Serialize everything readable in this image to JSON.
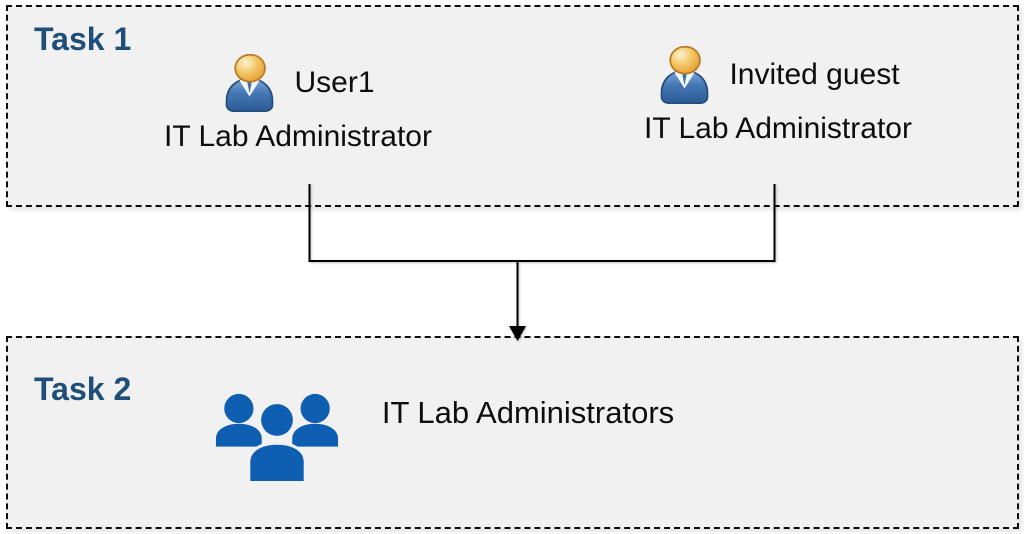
{
  "task1": {
    "label": "Task 1",
    "members": [
      {
        "name": "User1",
        "role": "IT Lab Administrator",
        "icon": "person-icon"
      },
      {
        "name": "Invited guest",
        "role": "IT Lab Administrator",
        "icon": "person-icon"
      }
    ]
  },
  "task2": {
    "label": "Task 2",
    "group_name": "IT Lab Administrators",
    "icon": "people-group-icon"
  },
  "connector": {
    "type": "merge-arrow",
    "from": [
      "task1.members.0",
      "task1.members.1"
    ],
    "to": "task2.group_name"
  },
  "colors": {
    "task_label": "#1F4E79",
    "box_background": "#f1f1f1",
    "box_border": "#0d0d0d",
    "body_text": "#0d0d0d",
    "group_icon_blue": "#0E5FB2",
    "person_head_gold": "#E8A838",
    "person_body_blue": "#3D72B0",
    "connector_line": "#000000"
  }
}
